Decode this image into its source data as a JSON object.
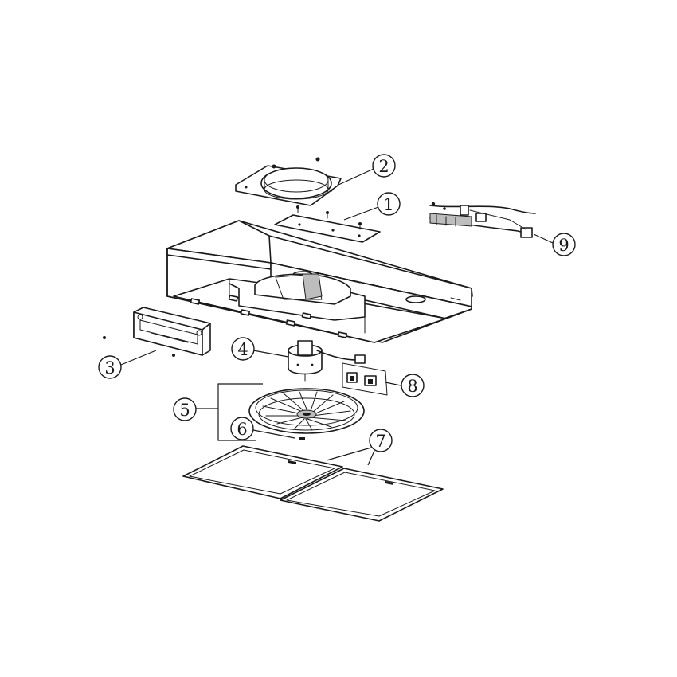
{
  "diagram": {
    "type": "exploded-parts-view",
    "callouts": [
      {
        "id": "part-1",
        "label": "1"
      },
      {
        "id": "part-2",
        "label": "2"
      },
      {
        "id": "part-3",
        "label": "3"
      },
      {
        "id": "part-4",
        "label": "4"
      },
      {
        "id": "part-5",
        "label": "5"
      },
      {
        "id": "part-6",
        "label": "6"
      },
      {
        "id": "part-7",
        "label": "7"
      },
      {
        "id": "part-8",
        "label": "8"
      },
      {
        "id": "part-9",
        "label": "9"
      }
    ]
  }
}
